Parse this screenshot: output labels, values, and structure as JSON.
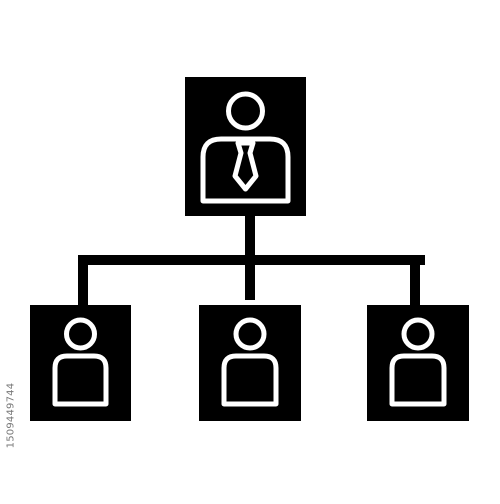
{
  "diagram": {
    "type": "org-chart-icon",
    "nodes": [
      {
        "id": "top",
        "icon": "person-with-tie-icon"
      },
      {
        "id": "left",
        "icon": "person-icon"
      },
      {
        "id": "middle",
        "icon": "person-icon"
      },
      {
        "id": "right",
        "icon": "person-icon"
      }
    ],
    "edges": [
      [
        "top",
        "left"
      ],
      [
        "top",
        "middle"
      ],
      [
        "top",
        "right"
      ]
    ],
    "colors": {
      "fill": "#000000",
      "line": "#ffffff",
      "background": "#ffffff",
      "text": "#777777"
    }
  },
  "image_id_text": "1509449744"
}
